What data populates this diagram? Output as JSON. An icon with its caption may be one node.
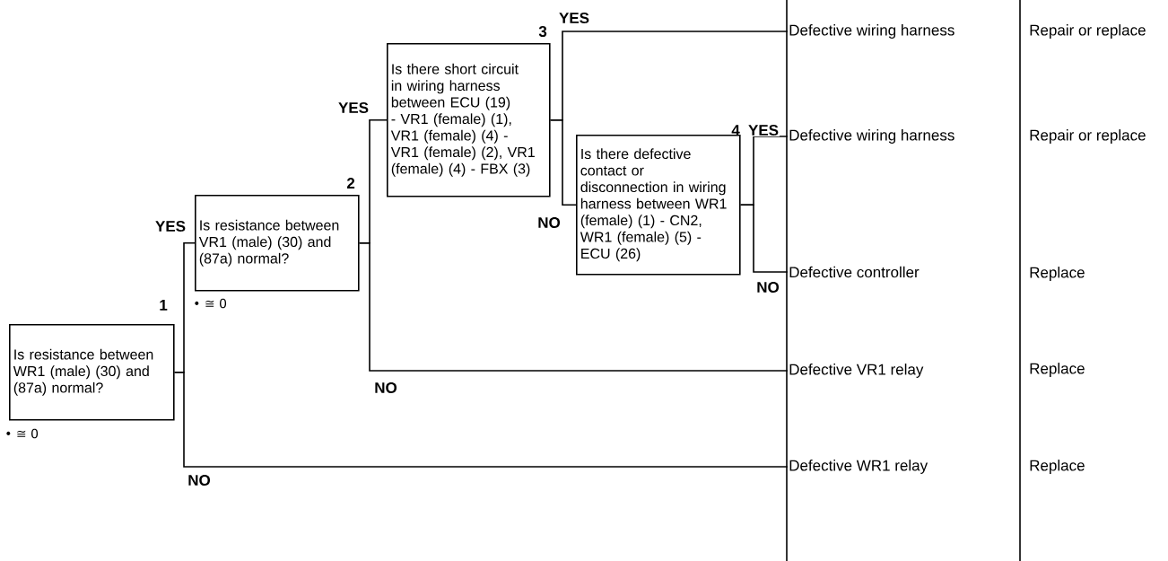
{
  "diagram": {
    "nodes": [
      {
        "text": [
          "Is resistance between WR1 (male) (30) and (87a) normal?"
        ],
        "beside": [
          "1",
          "• ≅ 0"
        ]
      },
      {
        "text": [
          "Is resistance between VR1 (male) (30) and (87a) normal?"
        ],
        "beside": [
          "2",
          "• ≅ 0"
        ]
      },
      {
        "text": [
          "Is there short circuit in wiring harness between ECU (19) - VR1 (female) (1), VR1 (female) (4) - VR1 (female) (2), VR1 (female) (4) - FBX (3)"
        ],
        "beside": [
          "3"
        ]
      },
      {
        "text": [
          "Is there defective contact or disconnection in wiring harness between WR1 (female) (1) - CN2, WR1 (female) (5) - ECU (26)"
        ],
        "beside": [
          "4"
        ]
      },
      {
        "text": [
          "Defective wiring harness"
        ]
      },
      {
        "text": [
          "Defective wiring harness"
        ]
      },
      {
        "text": [
          "Defective controller"
        ]
      },
      {
        "text": [
          "Defective VR1 relay"
        ]
      },
      {
        "text": [
          "Defective WR1 relay"
        ]
      }
    ],
    "edges": [
      {
        "from": 0,
        "to": 1,
        "arrow": "none",
        "label": "YES"
      },
      {
        "from": 0,
        "to": 8,
        "arrow": "none",
        "label": "NO"
      },
      {
        "from": 1,
        "to": 2,
        "arrow": "none",
        "label": "YES"
      },
      {
        "from": 1,
        "to": 7,
        "arrow": "none",
        "label": "NO"
      },
      {
        "from": 2,
        "to": 4,
        "arrow": "none",
        "label": "YES"
      },
      {
        "from": 2,
        "to": 3,
        "arrow": "none",
        "label": "NO"
      },
      {
        "from": 3,
        "to": 5,
        "arrow": "none",
        "label": "YES"
      },
      {
        "from": 3,
        "to": 6,
        "arrow": "none",
        "label": "NO"
      }
    ],
    "labels": [
      "Repair or replace",
      "Repair or replace",
      "Replace",
      "Replace",
      "Replace"
    ]
  }
}
